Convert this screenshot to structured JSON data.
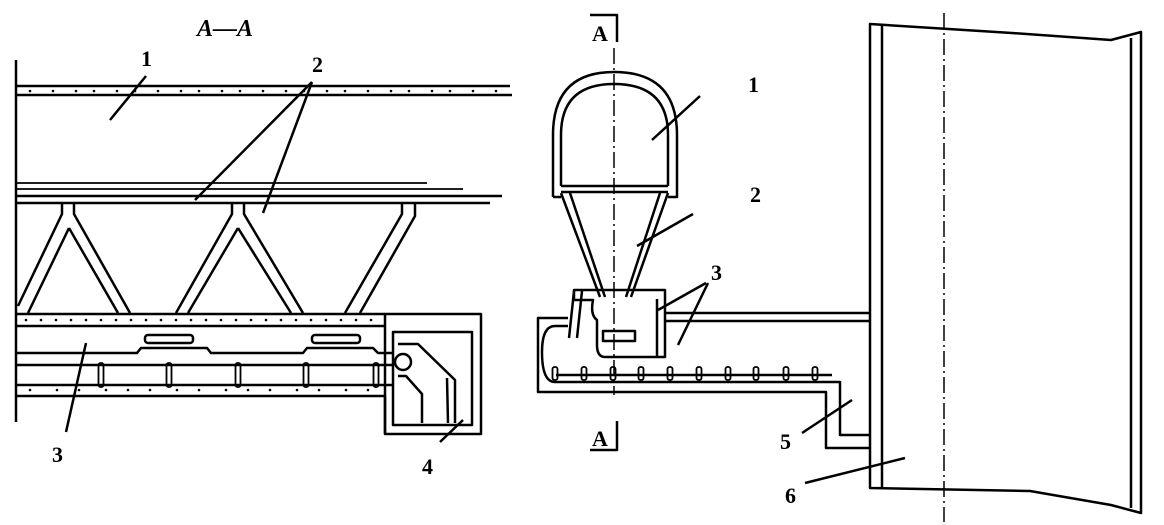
{
  "section_view": {
    "title": "A—A",
    "labels": [
      "1",
      "2",
      "3",
      "4"
    ]
  },
  "side_view": {
    "section_marker_top": "A",
    "section_marker_bottom": "A",
    "labels": [
      "1",
      "2",
      "3",
      "5",
      "6"
    ]
  }
}
